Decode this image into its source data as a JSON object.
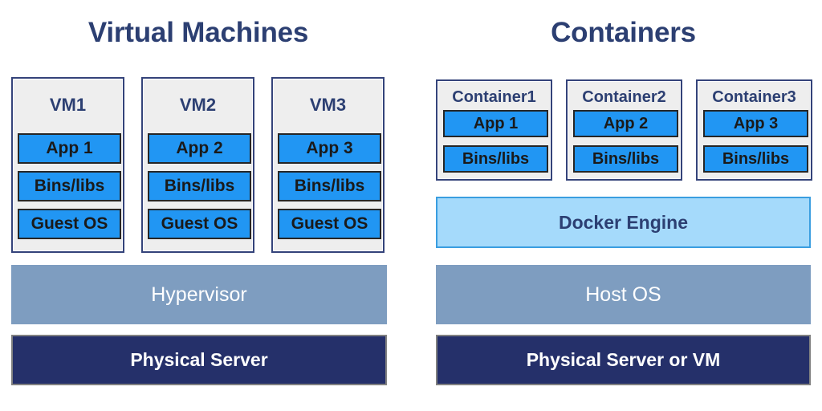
{
  "columns": {
    "virtual_machines": {
      "title": "Virtual Machines",
      "units": [
        {
          "label": "VM1",
          "layers": [
            "App 1",
            "Bins/libs",
            "Guest OS"
          ]
        },
        {
          "label": "VM2",
          "layers": [
            "App 2",
            "Bins/libs",
            "Guest OS"
          ]
        },
        {
          "label": "VM3",
          "layers": [
            "App 3",
            "Bins/libs",
            "Guest OS"
          ]
        }
      ],
      "bars": [
        {
          "label": "Hypervisor",
          "color": "#7e9dc0"
        },
        {
          "label": "Physical Server",
          "color": "#25306a"
        }
      ]
    },
    "containers": {
      "title": "Containers",
      "units": [
        {
          "label": "Container1",
          "layers": [
            "App 1",
            "Bins/libs"
          ]
        },
        {
          "label": "Container2",
          "layers": [
            "App 2",
            "Bins/libs"
          ]
        },
        {
          "label": "Container3",
          "layers": [
            "App 3",
            "Bins/libs"
          ]
        }
      ],
      "bars": [
        {
          "label": "Docker Engine",
          "color": "#a5dafb"
        },
        {
          "label": "Host OS",
          "color": "#7e9dc0"
        },
        {
          "label": "Physical Server or VM",
          "color": "#25306a"
        }
      ]
    }
  },
  "palette": {
    "title_navy": "#2c3f72",
    "unit_fill": "#eeeeee",
    "unit_border": "#34437a",
    "layer_blue": "#2196f3",
    "layer_border": "#262626",
    "docker_blue": "#a5dafb",
    "host_slate": "#7e9dc0",
    "server_navy": "#25306a",
    "background": "#ffffff"
  }
}
